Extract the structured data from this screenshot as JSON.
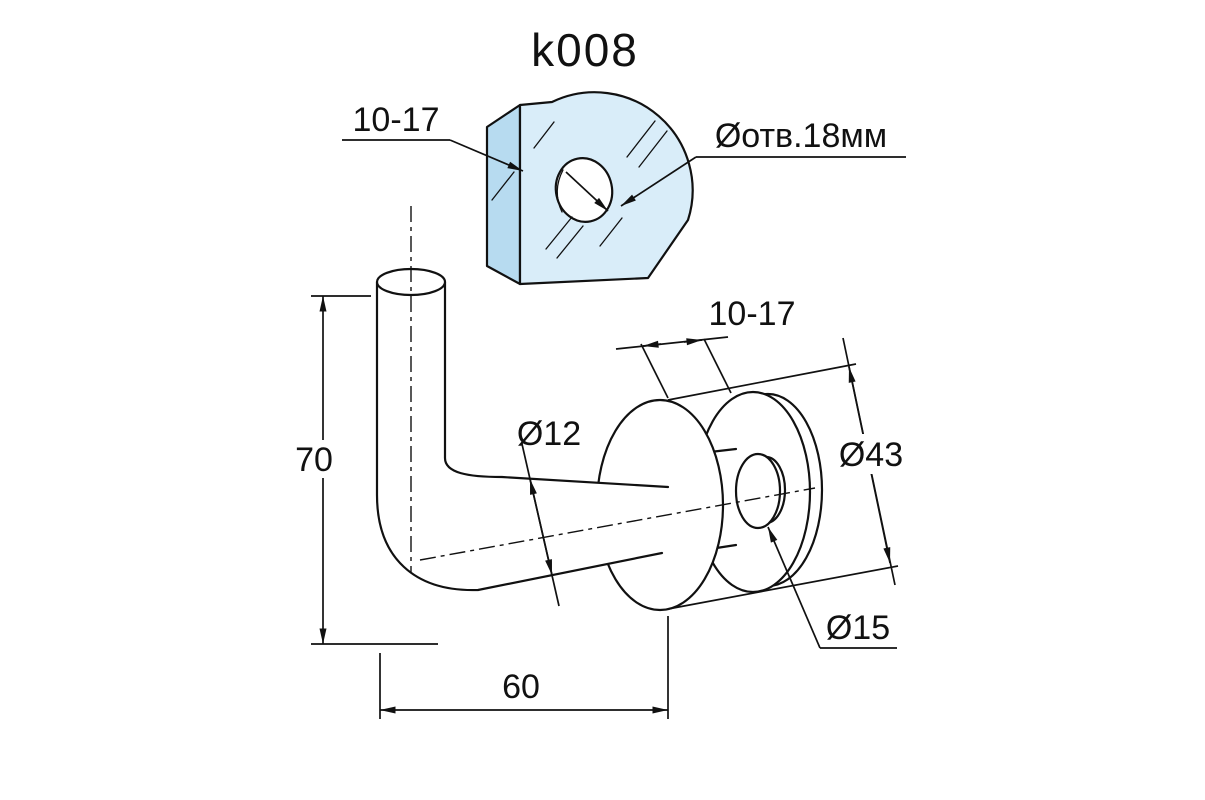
{
  "title": "k008",
  "labels": {
    "clamp_thickness": "10-17",
    "hole_diameter": "Øотв.18мм",
    "height": "70",
    "tube_diameter": "Ø12",
    "washer_thickness": "10-17",
    "flange_diameter": "Ø43",
    "stem_diameter": "Ø15",
    "length": "60"
  },
  "colors": {
    "background": "#ffffff",
    "line": "#111111",
    "glass_front": "#d9edf9",
    "glass_side": "#b7dbf0"
  }
}
